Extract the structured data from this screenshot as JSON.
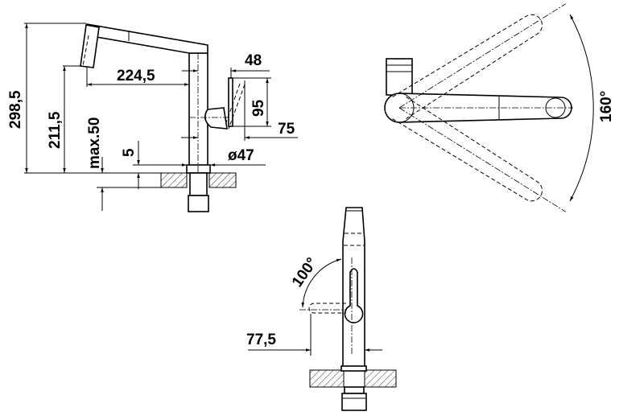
{
  "side_view": {
    "total_height": "298,5",
    "spout_height": "211,5",
    "max_counter_thickness": "max.50",
    "base_thickness": "5",
    "spout_reach": "224,5",
    "lever_offset": "48",
    "lever_height": "95",
    "lever_reach": "75",
    "base_diameter": "ø47"
  },
  "top_view": {
    "swivel_angle": "160°"
  },
  "front_view": {
    "lever_angle": "100°",
    "lever_clearance": "77,5"
  }
}
